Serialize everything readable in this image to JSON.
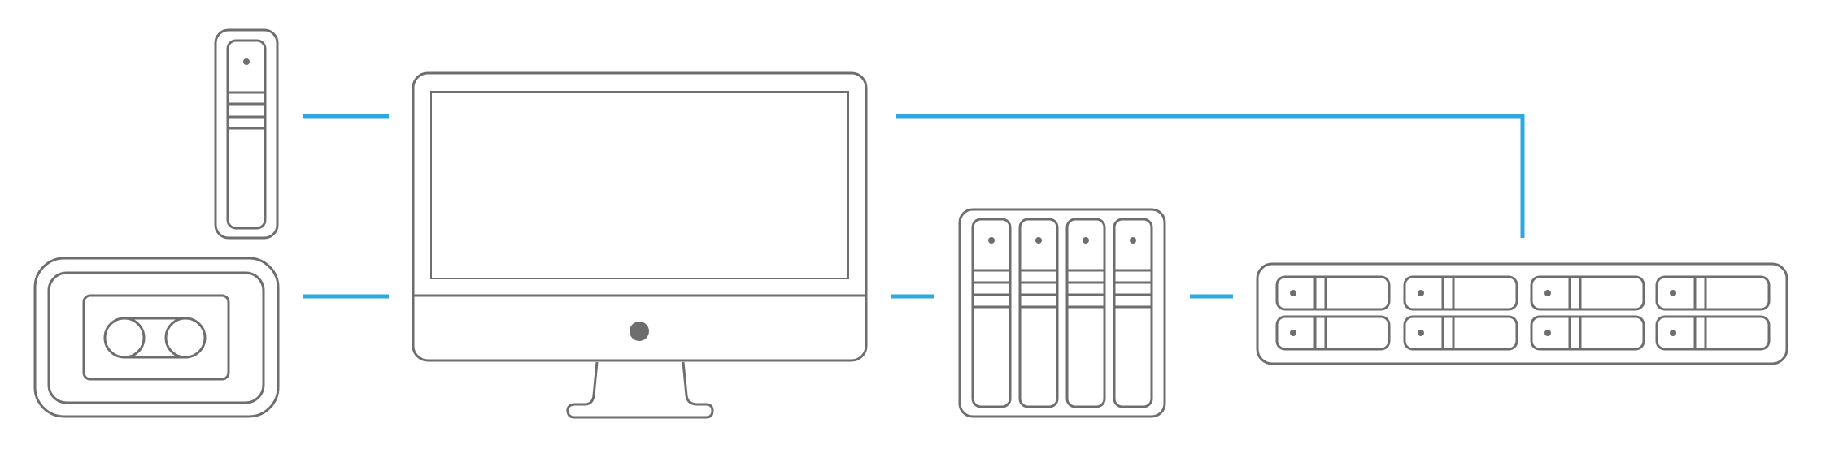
{
  "diagram": {
    "background": "#ffffff",
    "device_stroke": "#6e6e6e",
    "connector_color": "#2fa8e0",
    "nodes": [
      {
        "id": "portable-drive",
        "icon": "portable-drive-icon"
      },
      {
        "id": "tape-drive",
        "icon": "tape-drive-icon"
      },
      {
        "id": "desktop-computer",
        "icon": "monitor-icon"
      },
      {
        "id": "nas-4-bay",
        "icon": "nas-enclosure-icon",
        "bays": 4
      },
      {
        "id": "rackmount-8-bay",
        "icon": "rackmount-storage-icon",
        "bays": 8
      }
    ],
    "connections": [
      {
        "from": "portable-drive",
        "to": "desktop-computer"
      },
      {
        "from": "tape-drive",
        "to": "desktop-computer"
      },
      {
        "from": "desktop-computer",
        "to": "nas-4-bay"
      },
      {
        "from": "nas-4-bay",
        "to": "rackmount-8-bay"
      },
      {
        "from": "desktop-computer",
        "to": "rackmount-8-bay"
      }
    ]
  }
}
